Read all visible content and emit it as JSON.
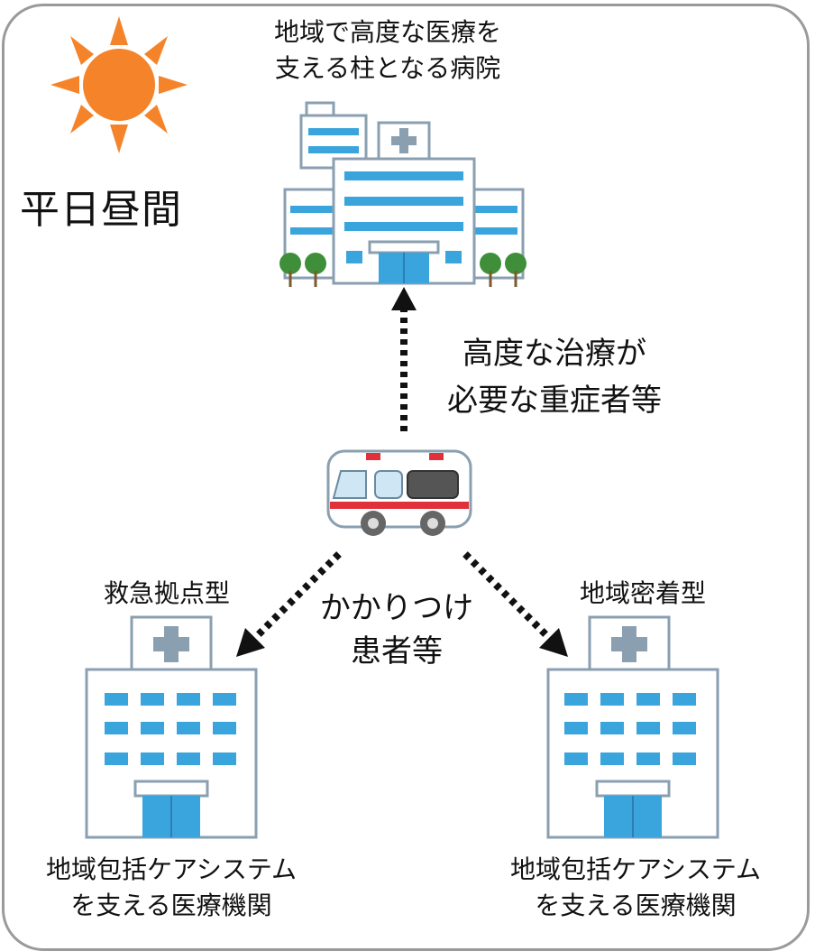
{
  "top_hospital": {
    "line1": "地域で高度な医療を",
    "line2": "支える柱となる病院"
  },
  "time_label": "平日昼間",
  "route_top": {
    "line1": "高度な治療が",
    "line2": "必要な重症者等"
  },
  "route_bottom": {
    "line1": "かかりつけ",
    "line2": "患者等"
  },
  "left_facility": {
    "type": "救急拠点型",
    "line1": "地域包括ケアシステム",
    "line2": "を支える医療機関"
  },
  "right_facility": {
    "type": "地域密着型",
    "line1": "地域包括ケアシステム",
    "line2": "を支える医療機関"
  },
  "icons": [
    "sun-icon",
    "large-hospital-icon",
    "ambulance-icon",
    "clinic-icon",
    "clinic-icon"
  ],
  "colors": {
    "sun": "#f4832a",
    "window": "#3aa4dc",
    "building_outline": "#8a9fb0",
    "tree": "#3f8f3a",
    "ambulance_stripe": "#e0303a",
    "arrow": "#111111"
  }
}
